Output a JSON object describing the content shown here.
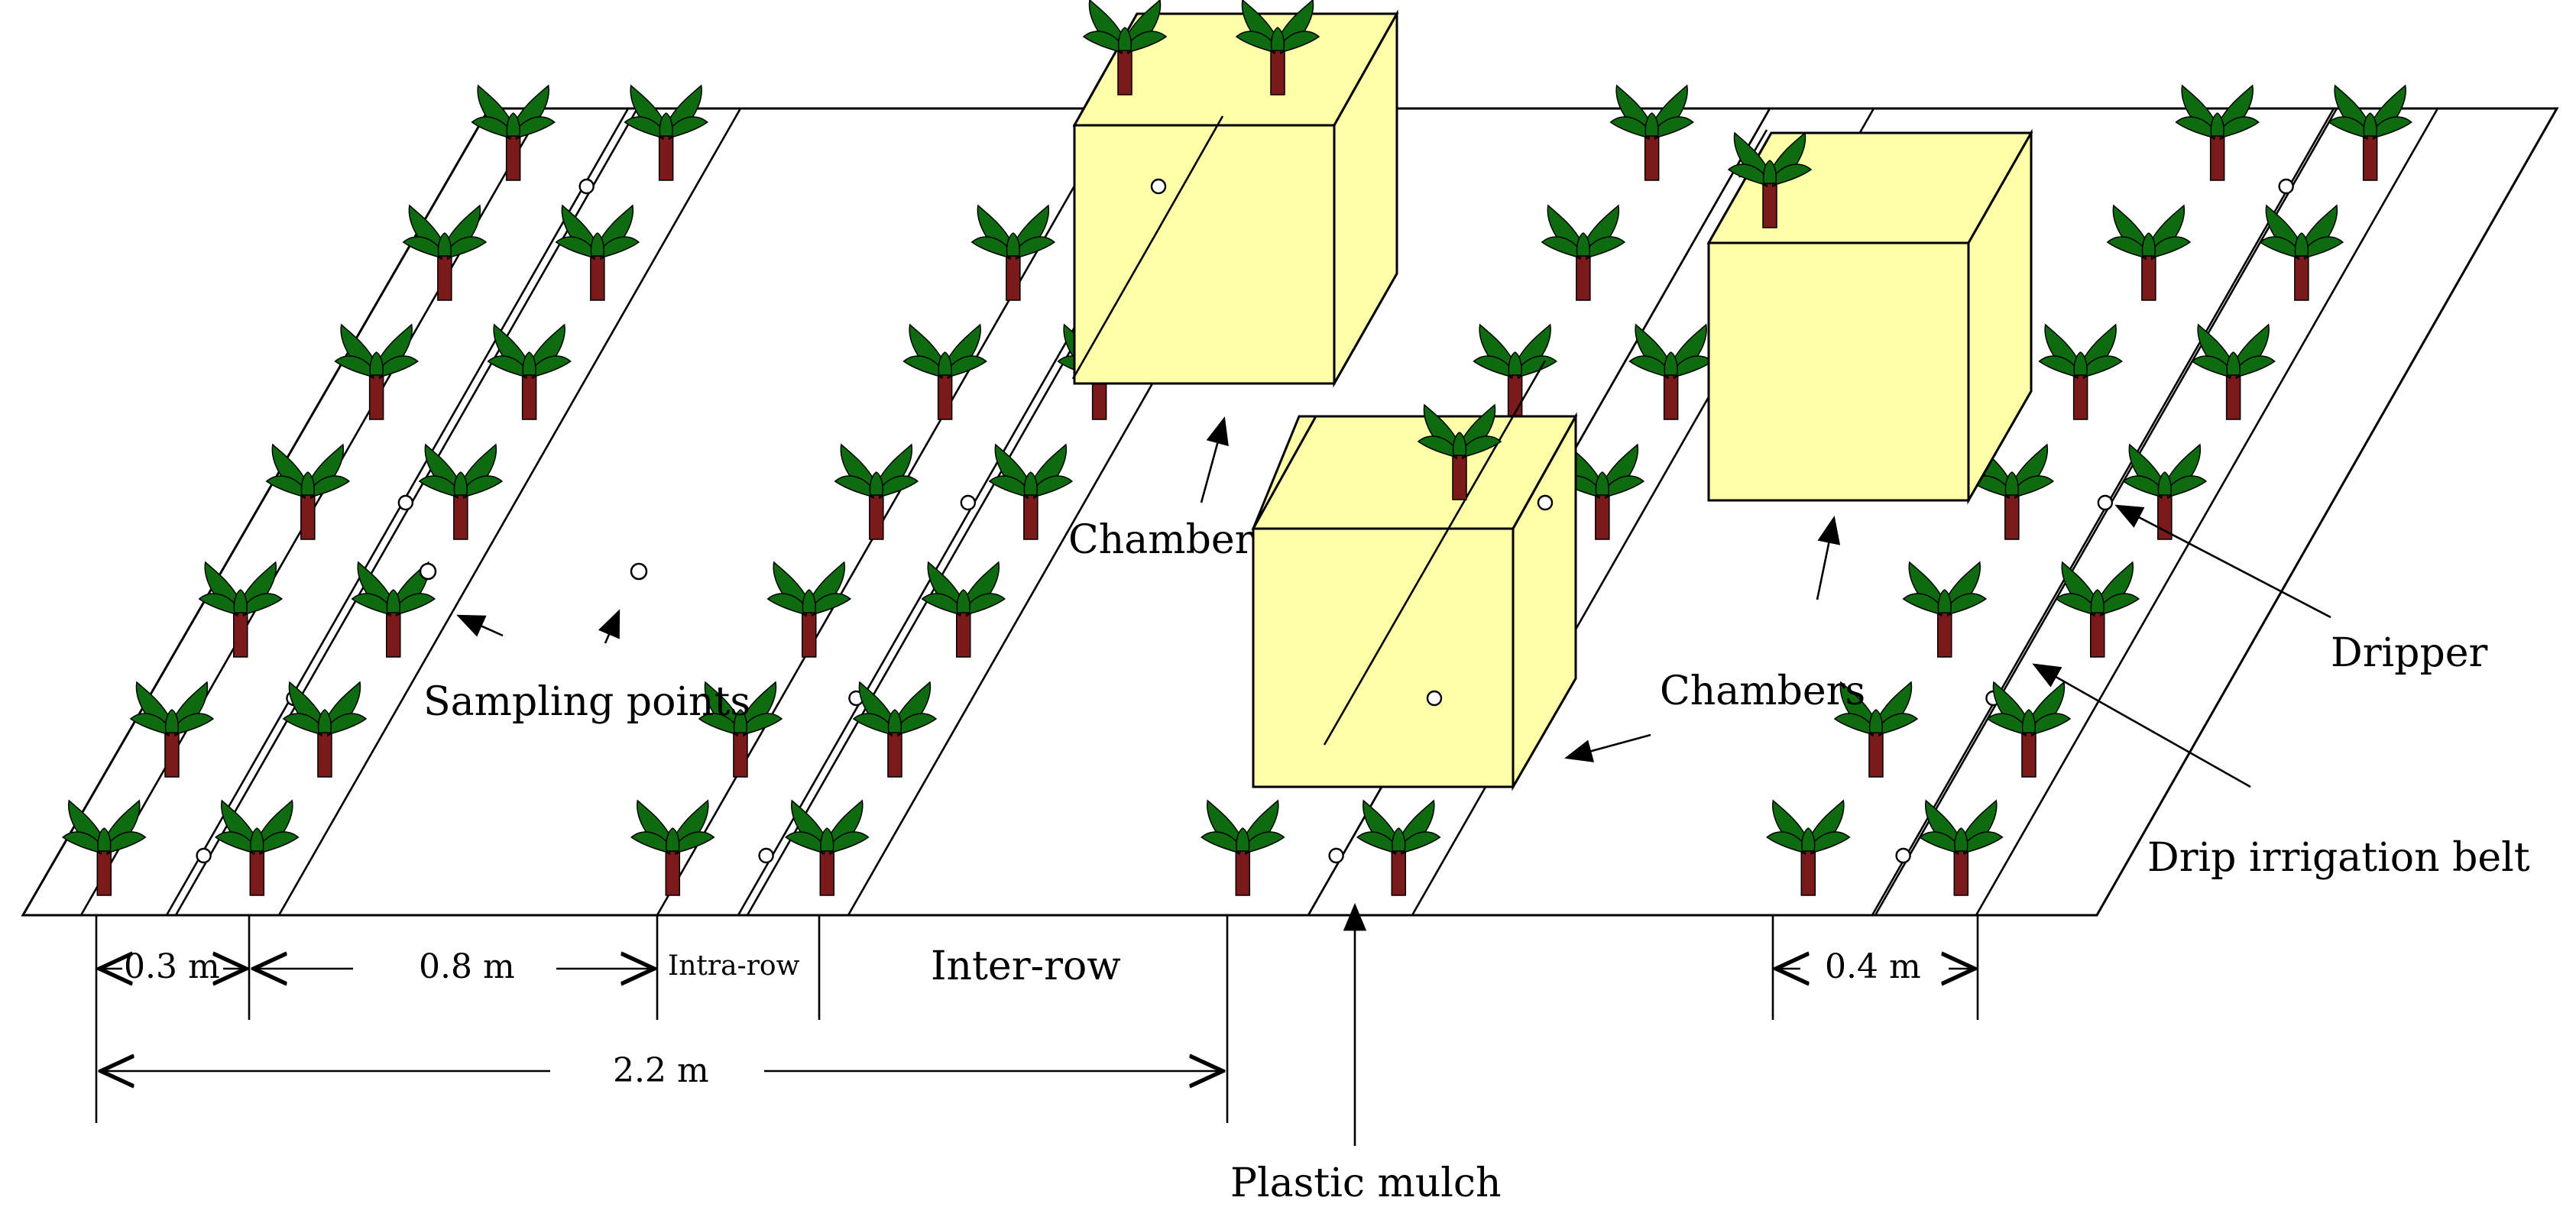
{
  "labels": {
    "chamber": "Chamber",
    "chambers": "Chambers",
    "sampling_points": "Sampling points",
    "dripper": "Dripper",
    "drip_irrigation_belt": "Drip irrigation belt",
    "plastic_mulch": "Plastic mulch",
    "intra_row": "Intra-row",
    "inter_row": "Inter-row"
  },
  "dimensions": {
    "plant_spacing": "0.3 m",
    "row_gap": "0.8 m",
    "bed_width": "2.2 m",
    "belt_spacing": "0.4 m"
  },
  "colors": {
    "leaf": "#0f6b0f",
    "stem": "#7a1a1a",
    "chamber_fill": "#ffffa8",
    "line": "#000000"
  }
}
